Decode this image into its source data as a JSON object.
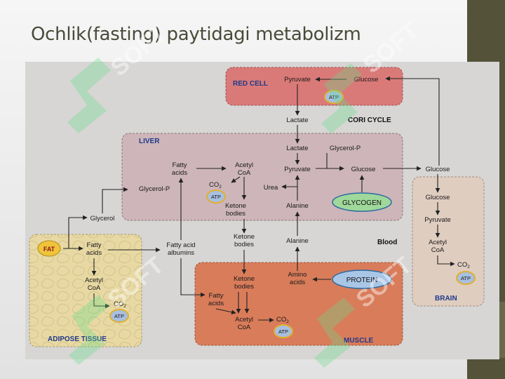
{
  "slide": {
    "title": "Ochlik(fasting) paytidagi metabolizm"
  },
  "diagram": {
    "compartments": {
      "red_cell": "RED CELL",
      "liver": "LIVER",
      "adipose": "ADIPOSE TISSUE",
      "muscle": "MUSCLE",
      "brain": "BRAIN"
    },
    "labels": {
      "cori_cycle": "CORI CYCLE",
      "blood": "Blood",
      "pyruvate": "Pyruvate",
      "glucose": "Glucose",
      "lactate": "Lactate",
      "glycerol_p": "Glycerol-P",
      "fatty": "Fatty",
      "acids": "acids",
      "acetyl": "Acetyl",
      "coa": "CoA",
      "co2": "CO",
      "co2_sub": "2",
      "atp": "ATP",
      "urea": "Urea",
      "alanine": "Alanine",
      "glycogen": "GLYCOGEN",
      "ketone": "Ketone",
      "bodies": "bodies",
      "glycerol": "Glycerol",
      "fat": "FAT",
      "fatty_acid": "Fatty acid",
      "albumins": "albumins",
      "amino": "Amino",
      "protein": "PROTEIN"
    },
    "colors": {
      "red_cell": "#d97a78",
      "liver": "#cdb5b9",
      "adipose": "#e8d9a4",
      "muscle": "#d97c5a",
      "brain": "#dfcdc0",
      "atp": "#a8bfe0",
      "glycogen": "#9fd89a",
      "protein": "#a9c6e6",
      "fat": "#f0c43a",
      "compartment_label": "#1f3a8a"
    }
  },
  "watermark": {
    "text": "SOFT",
    "color": "#66dd88"
  }
}
